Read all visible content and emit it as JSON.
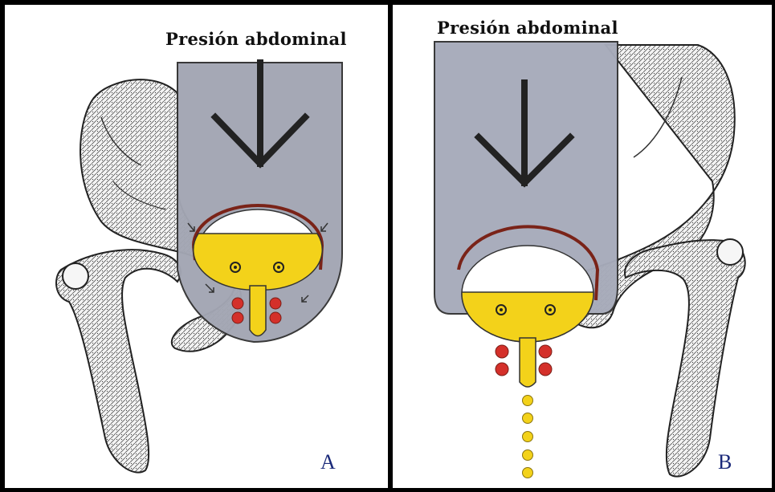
{
  "panels": [
    {
      "title": "Presión abdominal",
      "label": "A"
    },
    {
      "title": "Presión abdominal",
      "label": "B"
    }
  ],
  "colors": {
    "abdomen_fill": "#a3a6b3",
    "abdomen_fill_b": "#a7abba",
    "urine_yellow": "#f3d21a",
    "bladder_wall": "#7a2318",
    "sphincter_red": "#d4302a",
    "letter_blue": "#1b2a7a"
  }
}
